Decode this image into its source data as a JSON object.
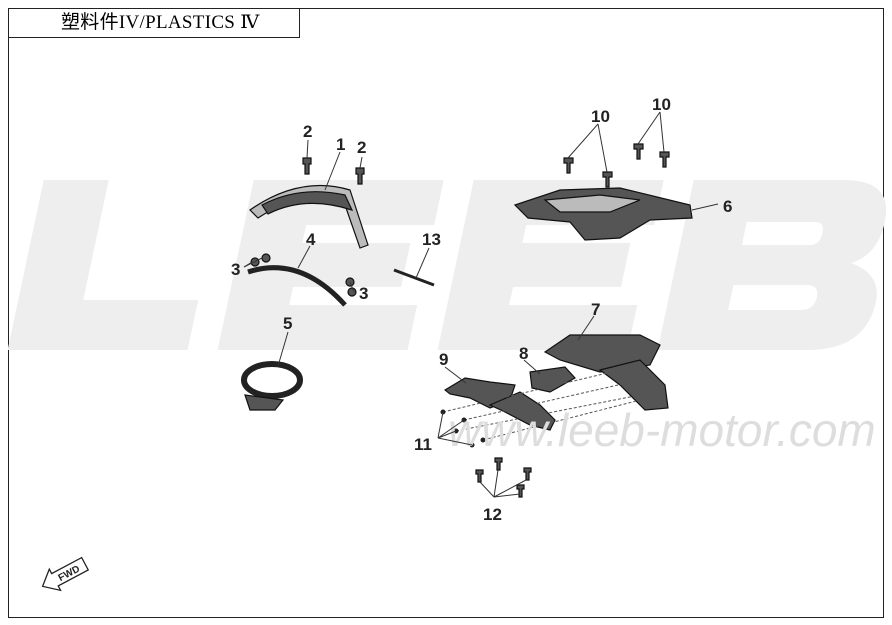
{
  "title": "塑料件IV/PLASTICS Ⅳ",
  "watermark": {
    "logo": "LEEB",
    "url": "www.leeb-motor.com"
  },
  "fwd_label": "FWD",
  "callouts": [
    "1",
    "2",
    "2",
    "3",
    "3",
    "4",
    "5",
    "6",
    "7",
    "8",
    "9",
    "10",
    "10",
    "11",
    "12",
    "13"
  ]
}
